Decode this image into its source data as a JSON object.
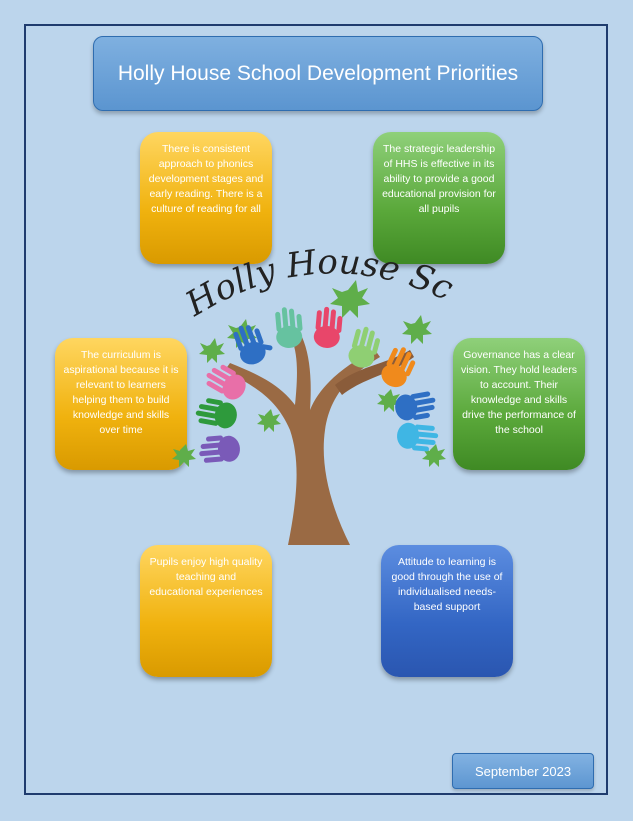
{
  "title": "Holly House School Development Priorities",
  "logo_text": "Holly House School",
  "cards": [
    {
      "text": "There is consistent approach to phonics development stages and early reading. There is a culture of reading for all",
      "color": "#f0b20e"
    },
    {
      "text": "The strategic leadership of HHS is effective in its ability to provide a good educational provision for all pupils",
      "color": "#5aa83a"
    },
    {
      "text": "The curriculum is aspirational because it is relevant to learners helping  them to build knowledge and skills over time",
      "color": "#f0b20e"
    },
    {
      "text": "Governance has a clear vision. They hold leaders to account. Their knowledge and skills drive the performance of the school",
      "color": "#5aa83a"
    },
    {
      "text": "Pupils enjoy high quality teaching and educational experiences",
      "color": "#f0b20e"
    },
    {
      "text": "Attitude to learning is good through the use of individualised needs-based support",
      "color": "#3366c4"
    }
  ],
  "date_label": "September 2023"
}
